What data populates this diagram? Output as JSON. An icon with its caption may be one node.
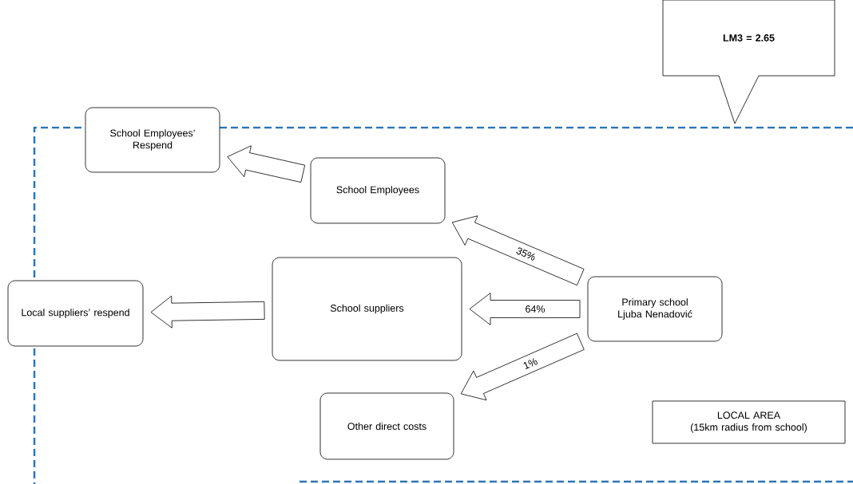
{
  "diagram": {
    "nodes": [
      {
        "text": [
          "LM3 = 2.65"
        ]
      },
      {
        "text": [
          "School Employees’ Respend"
        ]
      },
      {
        "text": [
          "School Employees"
        ]
      },
      {
        "text": [
          "School suppliers"
        ]
      },
      {
        "text": [
          "Local suppliers’ respend"
        ]
      },
      {
        "text": [
          "Primary school Ljuba Nenadović"
        ]
      },
      {
        "text": [
          "Other direct costs"
        ]
      },
      {
        "text": [
          "LOCAL AREA",
          "(15km radius from school)"
        ]
      }
    ],
    "edges": [
      {
        "from": 2,
        "to": 1,
        "arrow": "to"
      },
      {
        "from": 3,
        "to": 4,
        "arrow": "to"
      },
      {
        "from": 5,
        "to": 2,
        "arrow": "to",
        "label": "35%"
      },
      {
        "from": 5,
        "to": 3,
        "arrow": "to",
        "label": "64%"
      },
      {
        "from": 5,
        "to": 6,
        "arrow": "to",
        "label": "1%"
      }
    ]
  }
}
